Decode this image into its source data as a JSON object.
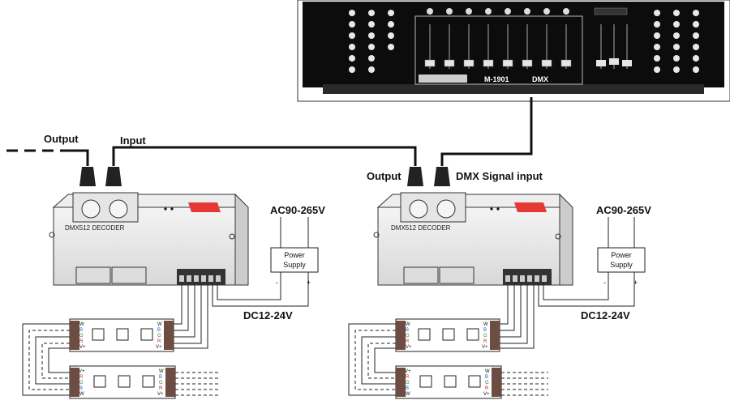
{
  "controller": {
    "model_text": "M-1901",
    "protocol_text": "DMX"
  },
  "decoders": [
    {
      "title": "DMX512 DECODER",
      "output_label": "Output",
      "input_label": "Input",
      "ac_label": "AC90-265V",
      "psu_line1": "Power",
      "psu_line2": "Supply",
      "psu_minus": "-",
      "psu_plus": "+",
      "dc_label": "DC12-24V"
    },
    {
      "title": "DMX512 DECODER",
      "output_label": "Output",
      "input_label": "DMX Signal input",
      "ac_label": "AC90-265V",
      "psu_line1": "Power",
      "psu_line2": "Supply",
      "psu_minus": "-",
      "psu_plus": "+",
      "dc_label": "DC12-24V"
    }
  ],
  "strip_pins_left": [
    "W",
    "B",
    "G",
    "R",
    "V+"
  ],
  "strip_pins_right": [
    "W",
    "B",
    "G",
    "R",
    "V+"
  ],
  "strip2_pins_left": [
    "V+",
    "R",
    "G",
    "B",
    "W"
  ],
  "strip2_pins_right": [
    "W",
    "B",
    "G",
    "R",
    "V+"
  ]
}
